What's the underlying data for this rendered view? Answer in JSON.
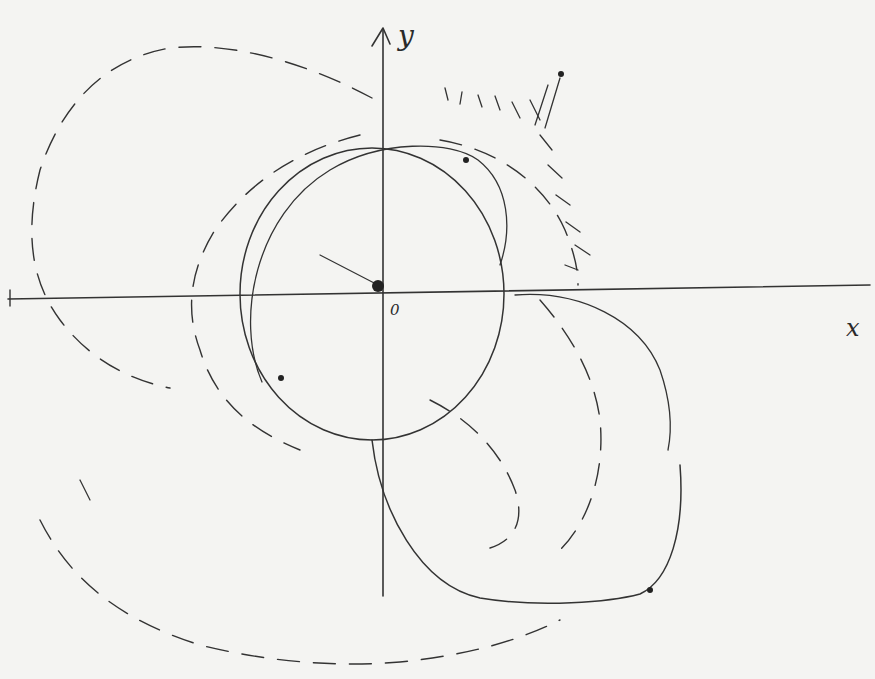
{
  "diagram": {
    "labels": [
      "y",
      "0",
      "x"
    ]
  }
}
